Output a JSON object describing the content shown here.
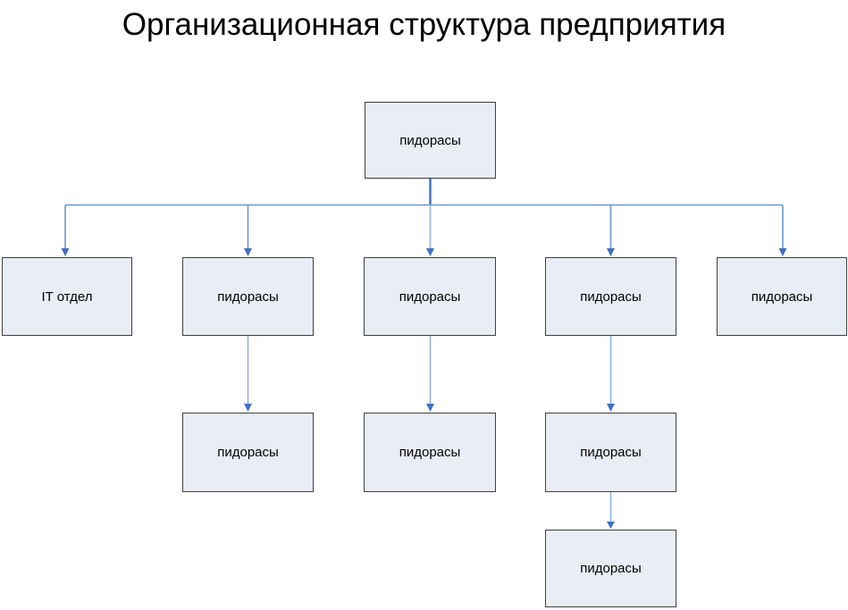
{
  "title": "Организационная структура предприятия",
  "diagram": {
    "type": "org-chart",
    "levels": 4
  },
  "nodes": [
    {
      "id": "root",
      "label": "пидорасы",
      "parent": null
    },
    {
      "id": "n1",
      "label": "IT отдел",
      "parent": "root"
    },
    {
      "id": "n2",
      "label": "пидорасы",
      "parent": "root"
    },
    {
      "id": "n3",
      "label": "пидорасы",
      "parent": "root"
    },
    {
      "id": "n4",
      "label": "пидорасы",
      "parent": "root"
    },
    {
      "id": "n5",
      "label": "пидорасы",
      "parent": "root"
    },
    {
      "id": "n2c",
      "label": "пидорасы",
      "parent": "n2"
    },
    {
      "id": "n3c",
      "label": "пидорасы",
      "parent": "n3"
    },
    {
      "id": "n4c",
      "label": "пидорасы",
      "parent": "n4"
    },
    {
      "id": "n4cc",
      "label": "пидорасы",
      "parent": "n4c"
    }
  ],
  "colors": {
    "box_fill": "#E9EDF6",
    "box_border": "#3F3F3F",
    "line": "#6E95D1",
    "line_light": "#A6C0E3",
    "line_mid": "#8FB0DF",
    "root_line": "#3F70BE",
    "arrow": "#3F70C1",
    "text": "#000000",
    "background": "#FFFFFF"
  }
}
